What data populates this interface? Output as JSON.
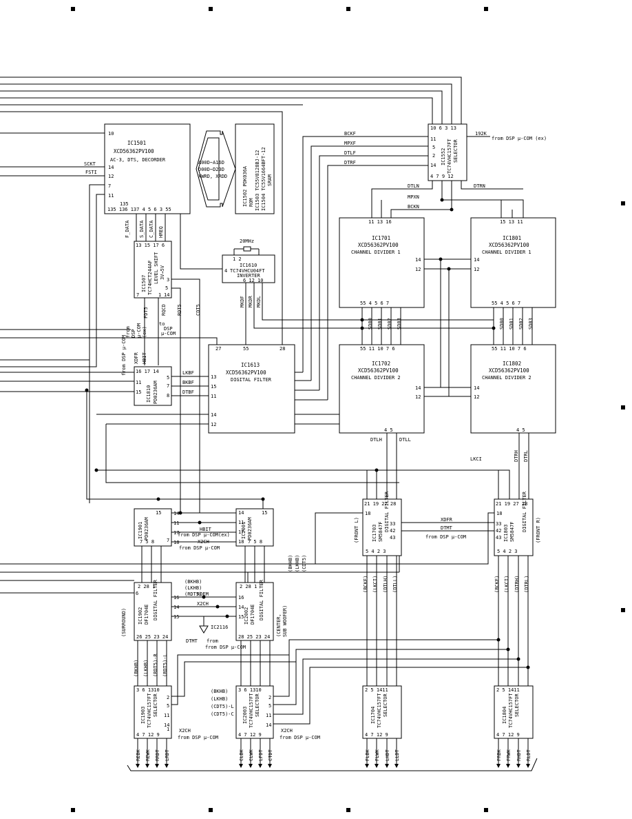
{
  "chips": {
    "ic1501": {
      "ref": "IC1501",
      "part": "XCD56362PV100",
      "desc": "AC-3, DTS, DECORDER"
    },
    "ic1502": {
      "line1": "IC1502 PDK036A",
      "line2": "ROM"
    },
    "ic1503": {
      "line1": "IC1503 TC55V8128BJ-12",
      "line2": "IC1504 TC55V1664BFT-12",
      "line3": "SRAM"
    },
    "ic1507": {
      "ref": "IC1507",
      "part": "TC74HCT244AF",
      "desc1": "LEVEL SHIFT",
      "desc2": "3V→5V"
    },
    "ic1552": {
      "ref": "IC1552",
      "part": "TC74VHC157FT",
      "desc": "SELECTOR"
    },
    "ic1610": {
      "ref": "IC1610",
      "part": "TC74VHCU04FT",
      "desc": "INVERTER"
    },
    "ic1613": {
      "ref": "IC1613",
      "part": "XCD56362PV100",
      "desc": "DIGITAL FILTER"
    },
    "ic1701": {
      "ref": "IC1701",
      "part": "XCD56362PV100",
      "desc": "CHANNEL DIVIDER 1"
    },
    "ic1801": {
      "ref": "IC1801",
      "part": "XCD56362PV100",
      "desc": "CHANNEL DIVIDER 1"
    },
    "ic1702": {
      "ref": "IC1702",
      "part": "XCD56362PV100",
      "desc": "CHANNEL DIVIDER 2"
    },
    "ic1802": {
      "ref": "IC1802",
      "part": "XCD56362PV100",
      "desc": "CHANNEL DIVIDER 2"
    },
    "ic1810": {
      "ref": "IC1810",
      "part": "PD0236AM"
    },
    "ic1901": {
      "ref": "IC1901",
      "part": "PD0236AM"
    },
    "ic2001": {
      "ref": "IC2001",
      "part": "PD0236AM"
    },
    "ic1703": {
      "ref": "IC1703",
      "part": "SM5847F",
      "desc": "DIGITAL FILTER"
    },
    "ic1803": {
      "ref": "IC1803",
      "part": "SM5847F",
      "desc": "DIGITAL FILTER"
    },
    "ic1902": {
      "ref": "IC1902",
      "part": "DF1704E",
      "desc": "DIGITAL FILTER"
    },
    "ic2002": {
      "ref": "IC2002",
      "part": "DF1704E",
      "desc": "DIGITAL FILTER"
    },
    "ic1903": {
      "ref": "IC1903",
      "part": "TC74VHC157FT",
      "desc": "SELECTOR"
    },
    "ic2003": {
      "ref": "IC2003",
      "part": "TC74VHC157FT",
      "desc": "SELECTOR"
    },
    "ic1704": {
      "ref": "IC1704",
      "part": "TC74VHC157FT",
      "desc": "SELECTOR"
    },
    "ic1804": {
      "ref": "IC1804",
      "part": "TC74VHC157FT",
      "desc": "SELECTOR"
    },
    "ic2116": {
      "ref": "IC2116"
    }
  },
  "labels": {
    "bus1": "A00D~A16D",
    "bus2": "D00D~D23D",
    "bus3": "XWRD, XRDD",
    "osc": "20MHz",
    "sckt": "SCKT",
    "fsti": "FSTI",
    "f_data": "F_DATA",
    "s_data": "S_DATA",
    "c_data": "C_DATA",
    "hreq": "HREQ",
    "fdt5": "FDT5",
    "rdt5": "RDT5",
    "cdt5": "CDT5",
    "rqcd": "RQCD",
    "to_dsp": "to",
    "to_dsp2": "DSP",
    "to_dsp3": "μ-COM",
    "from_dsp_ex": "from DSP μ-COM (ex)",
    "from_dsp": "from DSP μ-COM",
    "from_dsp_ex_short": "from DSP μ-COM(ex)",
    "k192": "192K",
    "bckf": "BCKF",
    "mpxf": "MPXF",
    "dtlf": "DTLF",
    "dtrf": "DTRF",
    "dtln": "DTLN",
    "mpxn": "MPXN",
    "bckn": "BCKN",
    "dtrn": "DTRN",
    "mkdf": "MKDF",
    "mkdr": "MKDR",
    "mkdl": "MKDL",
    "sd00": "SD00",
    "sd01": "SD01",
    "sd02": "SD02",
    "sd03": "SD03",
    "lkbf": "LKBF",
    "bkbf": "BKBF",
    "dtbf": "DTBF",
    "xdfr": "XDFR",
    "hbit": "HBIT",
    "dtmt": "DTMT",
    "dtlh": "DTLH",
    "dtll": "DTLL",
    "dtrh": "DTRH",
    "dtrl": "DTRL",
    "lkci": "LKCI",
    "rdem": "RDEM",
    "x2ch": "X2CH",
    "bkhb": "(BKHB)",
    "lkhb": "(LKHB)",
    "cdt5p": "(CDT5)",
    "rdt5p": "(RDT5)",
    "rdt5_r": "(RDT5)-R",
    "rdt5_l": "(RDT5)-L",
    "cdt5_l": "(CDT5)-L",
    "cdt5_c": "(CDT5)-C",
    "bckfp": "(BCKF)",
    "lkcip": "(LKCI)",
    "dtlhp": "(DTLH)",
    "dtllp": "(DTLL)",
    "dtrhp": "(DTRH)",
    "dtrlp": "(DTRL)",
    "front_l": "(FRONT L)",
    "front_r": "(FRONT R)",
    "surround": "(SURROUND)",
    "center": "(CENTER,",
    "subwoofer": "SUB WOOFER)",
    "from_word": "from",
    "dsp_word": "DSP",
    "ucom_word": "μ-COM",
    "ex_word": "(ex)"
  },
  "outputs": {
    "g1": [
      "REBK",
      "REWK",
      "RRDT",
      "LRDT"
    ],
    "g2": [
      "CLBK",
      "CLWK",
      "LFDT",
      "CTDT"
    ],
    "g3": [
      "FLBK",
      "FLWK",
      "LHDT",
      "LLDT"
    ],
    "g4": [
      "FRBK",
      "FRWK",
      "RHDT",
      "RLDT"
    ]
  },
  "pins": {
    "ic1501_left": [
      "10",
      "14",
      "12",
      "7",
      "11"
    ],
    "ic1501_bottom": "135 136 137  4   5   6   3   55",
    "ic1552_top": "10  6   3  13",
    "ic1552_left": [
      "11",
      "5",
      "2",
      "14"
    ],
    "ic1552_bottom": "4   7   9  12"
  }
}
